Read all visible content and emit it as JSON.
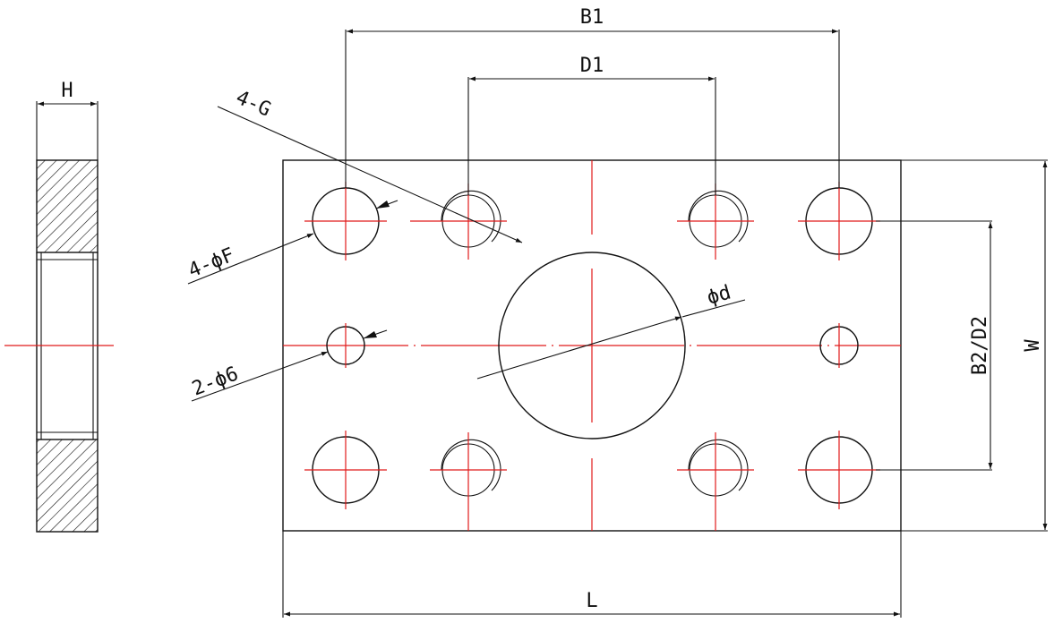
{
  "labels": {
    "H": "H",
    "B1": "B1",
    "D1": "D1",
    "G": "4-G",
    "F": "4-ϕF",
    "d": "ϕd",
    "six": "2-ϕ6",
    "B2D2": "B2/D2",
    "W": "W",
    "L": "L"
  },
  "colors": {
    "outline": "#111111",
    "centerline": "#e11a1a"
  }
}
